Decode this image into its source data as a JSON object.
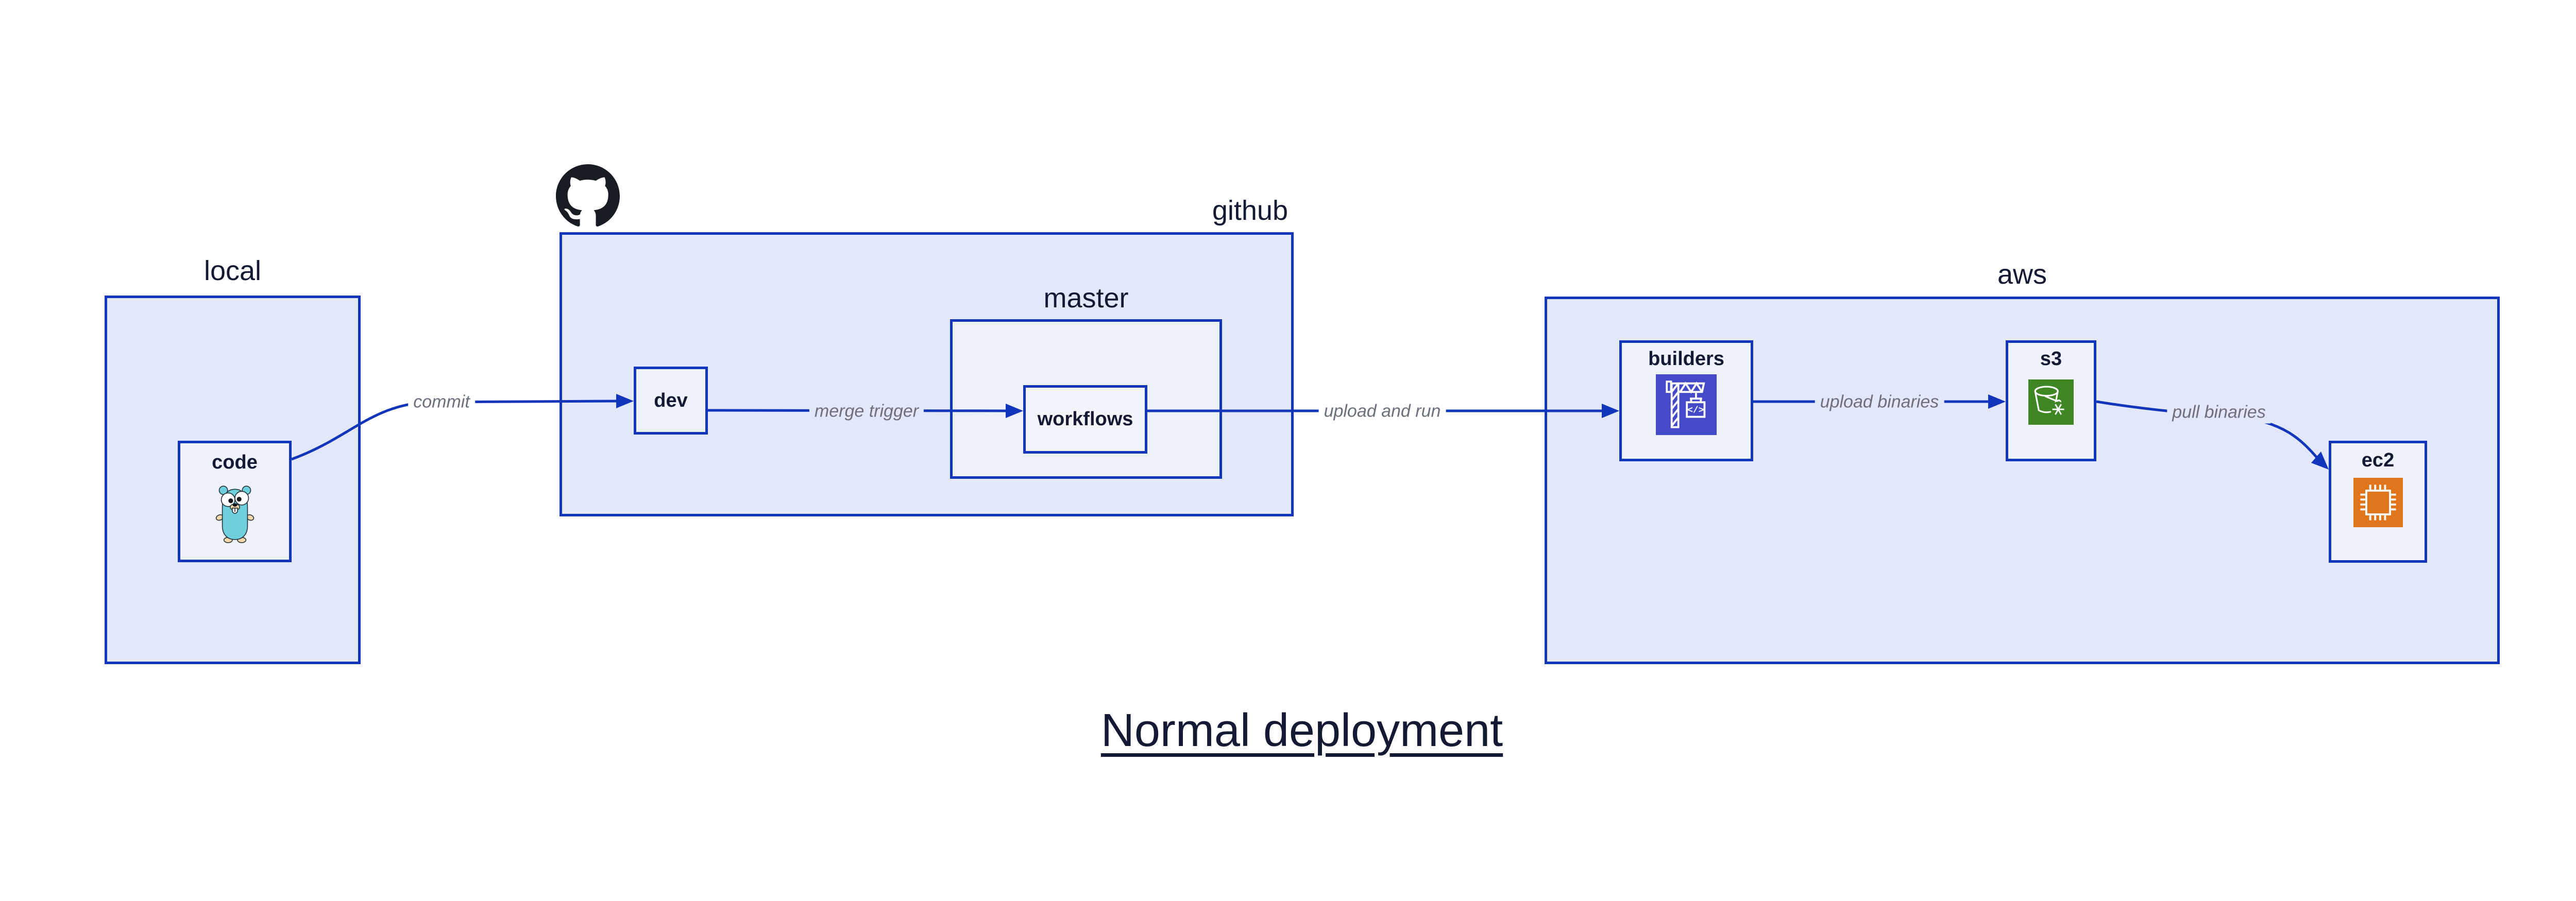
{
  "title": {
    "text": "Normal deployment"
  },
  "groups": {
    "local": {
      "label": "local"
    },
    "github": {
      "label": "github",
      "icon": "github-octocat-icon"
    },
    "master": {
      "label": "master"
    },
    "aws": {
      "label": "aws"
    }
  },
  "nodes": {
    "code": {
      "label": "code",
      "icon": "go-gopher-icon"
    },
    "dev": {
      "label": "dev"
    },
    "workflows": {
      "label": "workflows"
    },
    "builders": {
      "label": "builders",
      "icon": "codebuild-crane-icon"
    },
    "s3": {
      "label": "s3",
      "icon": "s3-glacier-bucket-icon"
    },
    "ec2": {
      "label": "ec2",
      "icon": "ec2-chip-icon"
    }
  },
  "edges": {
    "commit": {
      "label": "commit",
      "from": "code",
      "to": "dev"
    },
    "merge_trigger": {
      "label": "merge trigger",
      "from": "dev",
      "to": "workflows"
    },
    "upload_and_run": {
      "label": "upload and run",
      "from": "workflows",
      "to": "builders"
    },
    "upload_binaries": {
      "label": "upload binaries",
      "from": "builders",
      "to": "s3"
    },
    "pull_binaries": {
      "label": "pull binaries",
      "from": "s3",
      "to": "ec2"
    }
  },
  "colors": {
    "stroke_blue": "#1136bc",
    "container_fill": "#e3e7fa",
    "inner_container_fill": "#edf1fc",
    "node_fill": "#eef2fd",
    "text_navy": "#141a33",
    "edge_label_gray": "#6b707b",
    "github_logo_black": "#191d23",
    "gopher_teal": "#6dd0dc",
    "codebuild_indigo": "#454bc8",
    "s3_glacier_green": "#3f8624",
    "ec2_orange": "#e0751c"
  }
}
